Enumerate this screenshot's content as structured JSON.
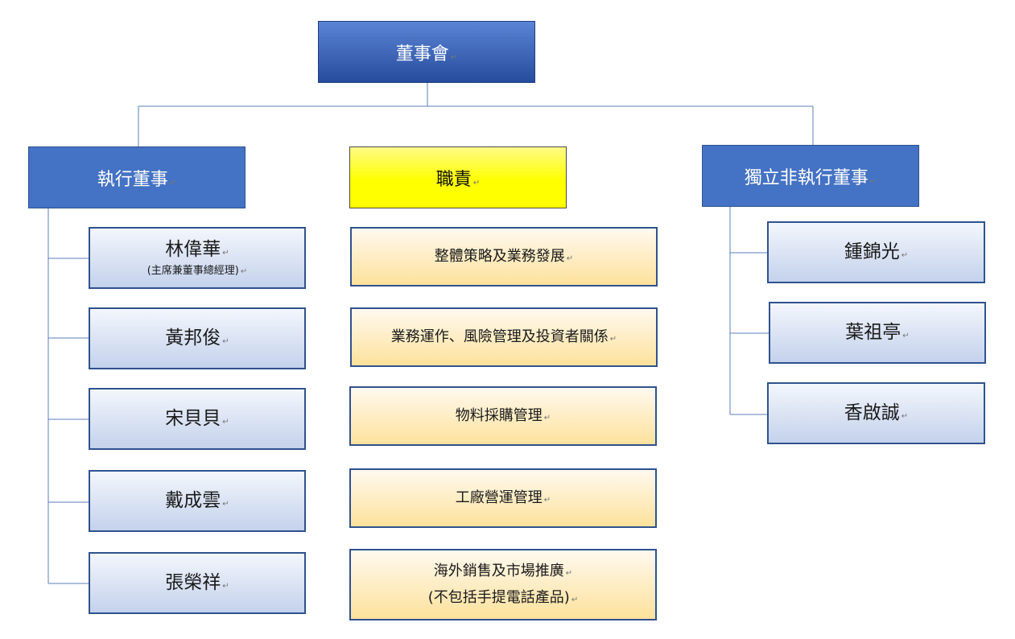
{
  "board": {
    "label": "董事會"
  },
  "executive": {
    "title": "執行董事",
    "members": [
      {
        "name": "林偉華",
        "note": "(主席兼董事總經理)"
      },
      {
        "name": "黃邦俊"
      },
      {
        "name": "宋貝貝"
      },
      {
        "name": "戴成雲"
      },
      {
        "name": "張榮祥"
      }
    ]
  },
  "duties": {
    "title": "職責",
    "items": [
      {
        "text": "整體策略及業務發展"
      },
      {
        "text": "業務運作、風險管理及投資者關係"
      },
      {
        "text": "物料採購管理"
      },
      {
        "text": "工廠營運管理"
      },
      {
        "text": "海外銷售及市場推廣",
        "text2": "(不包括手提電話產品)"
      }
    ]
  },
  "independent": {
    "title": "獨立非執行董事",
    "members": [
      {
        "name": "鍾錦光"
      },
      {
        "name": "葉祖亭"
      },
      {
        "name": "香啟誠"
      }
    ]
  },
  "colors": {
    "board_top": "#5b84d6",
    "board_bottom": "#264c9c",
    "header_blue": "#4472c4",
    "duty_header_yellow": "#ffff00",
    "person_fill": "#c4d2ec",
    "duty_fill": "#fde29c",
    "border": "#2f528f",
    "connector": "#5b7fb8"
  }
}
